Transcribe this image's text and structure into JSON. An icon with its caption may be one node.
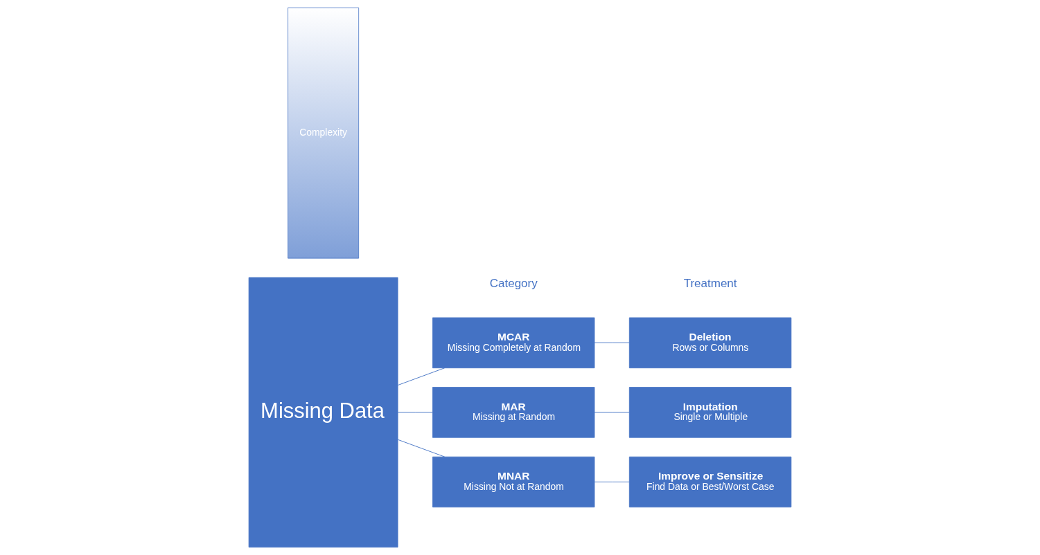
{
  "diagram": {
    "nodes": [
      {
        "text": [
          "Missing Data"
        ]
      },
      {
        "text": [
          "MCAR",
          "Missing Completely at Random"
        ]
      },
      {
        "text": [
          "MAR",
          "Missing at Random"
        ]
      },
      {
        "text": [
          "MNAR",
          "Missing Not at Random"
        ]
      },
      {
        "text": [
          "Deletion",
          "Rows or Columns"
        ]
      },
      {
        "text": [
          "Imputation",
          "Single or Multiple"
        ]
      },
      {
        "text": [
          "Improve or Sensitize",
          "Find Data or Best/Worst Case"
        ]
      }
    ],
    "edges": [
      {
        "from": 0,
        "to": 1,
        "arrow": "none"
      },
      {
        "from": 0,
        "to": 2,
        "arrow": "none"
      },
      {
        "from": 0,
        "to": 3,
        "arrow": "none"
      },
      {
        "from": 1,
        "to": 4,
        "arrow": "none"
      },
      {
        "from": 2,
        "to": 5,
        "arrow": "none"
      },
      {
        "from": 3,
        "to": 6,
        "arrow": "none"
      }
    ],
    "labels": [
      "Complexity",
      "Category",
      "Treatment"
    ]
  }
}
